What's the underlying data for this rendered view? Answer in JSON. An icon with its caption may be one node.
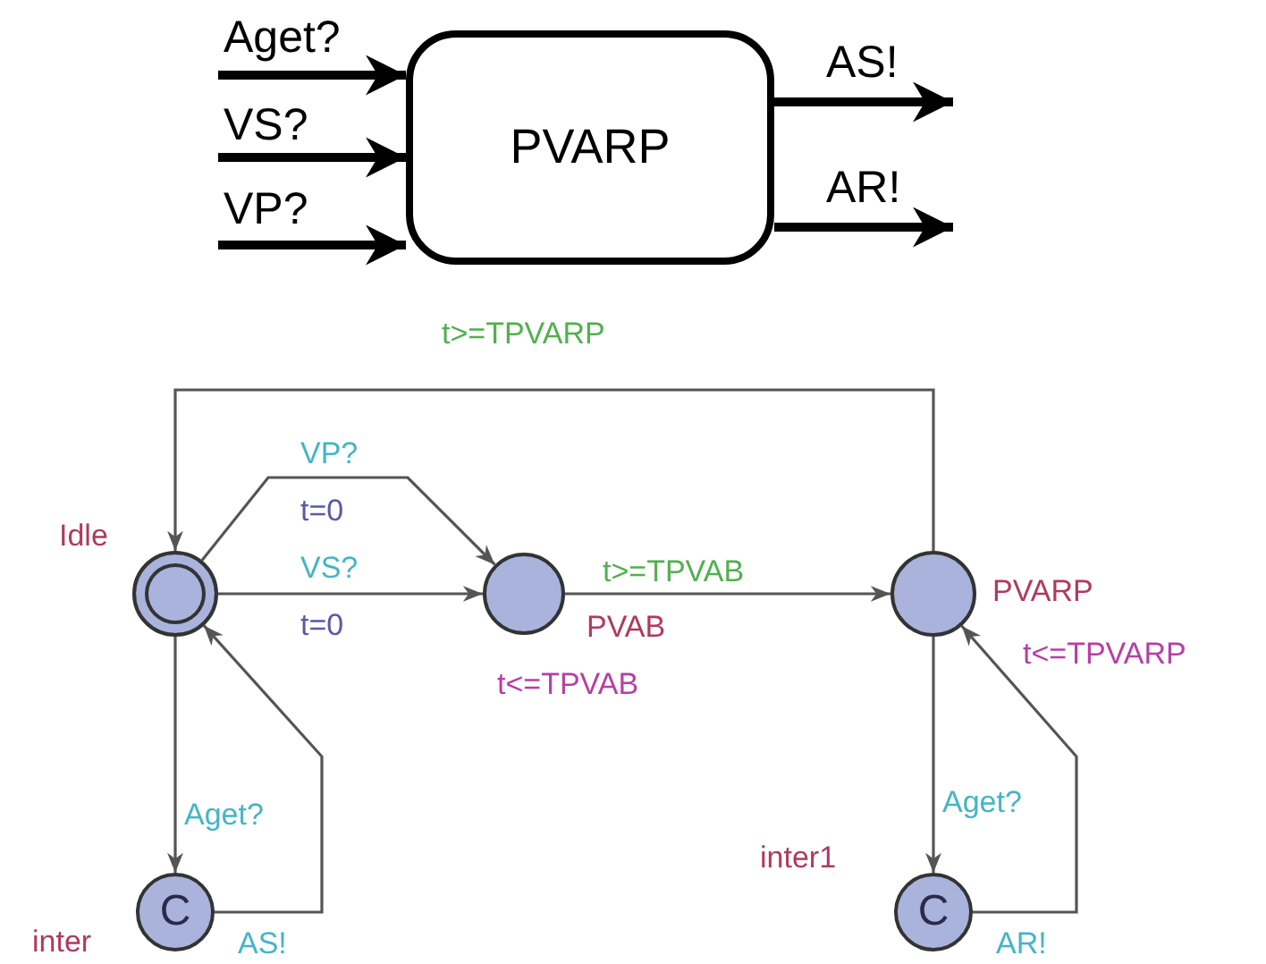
{
  "diagram": {
    "nodes": [
      {
        "text": [
          "PVARP"
        ]
      },
      {
        "text": [],
        "shape": "circle",
        "beside": [
          "Idle"
        ]
      },
      {
        "text": [],
        "shape": "circle",
        "beside": [
          "PVAB",
          "t<=TPVAB"
        ]
      },
      {
        "text": [],
        "shape": "circle",
        "beside": [
          "PVARP",
          "t<=TPVARP"
        ]
      },
      {
        "text": [
          "C"
        ],
        "beside": [
          "inter"
        ]
      },
      {
        "text": [
          "C"
        ],
        "beside": [
          "inter1"
        ]
      }
    ],
    "edges": [
      {
        "from": null,
        "to": 0,
        "arrow": "to",
        "label": "Aget?",
        "style": "thick"
      },
      {
        "from": null,
        "to": 0,
        "arrow": "to",
        "label": "VS?",
        "style": "thick"
      },
      {
        "from": null,
        "to": 0,
        "arrow": "to",
        "label": "VP?",
        "style": "thick"
      },
      {
        "from": 0,
        "to": null,
        "arrow": "to",
        "label": "AS!",
        "style": "thick"
      },
      {
        "from": 0,
        "to": null,
        "arrow": "to",
        "label": "AR!",
        "style": "thick"
      },
      {
        "from": 1,
        "to": 2,
        "arrow": "to",
        "label": "VP?"
      },
      {
        "from": 1,
        "to": 2,
        "arrow": "to",
        "label": "VS?"
      },
      {
        "from": 2,
        "to": 3,
        "arrow": "to",
        "label": "t>=TPVAB"
      },
      {
        "from": 3,
        "to": 1,
        "arrow": "to",
        "label": "t>=TPVARP"
      },
      {
        "from": 1,
        "to": 4,
        "arrow": "to",
        "label": "Aget?"
      },
      {
        "from": 4,
        "to": 1,
        "arrow": "to",
        "label": "AS!"
      },
      {
        "from": 3,
        "to": 5,
        "arrow": "to",
        "label": "Aget?"
      },
      {
        "from": 5,
        "to": 3,
        "arrow": "to",
        "label": "AR!"
      }
    ],
    "labels": [
      "t=0",
      "t=0"
    ]
  }
}
